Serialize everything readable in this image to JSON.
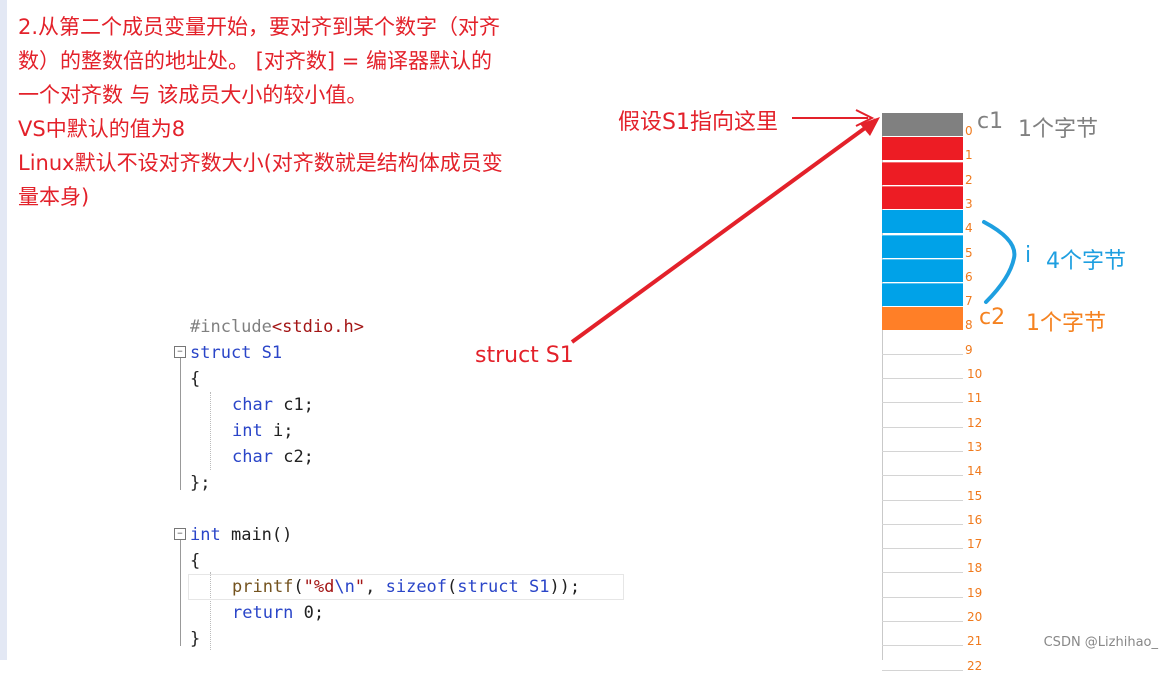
{
  "notes": [
    "2.从第二个成员变量开始，要对齐到某个数字（对齐",
    "数）的整数倍的地址处。 [对齐数] = 编译器默认的",
    "一个对齐数 与 该成员大小的较小值。",
    "VS中默认的值为8",
    "Linux默认不设对齐数大小(对齐数就是结构体成员变",
    "量本身)"
  ],
  "code": {
    "include_kw": "#include",
    "include_hdr": "<stdio.h>",
    "struct_kw": "struct",
    "struct_name": "S1",
    "brace_open": "{",
    "type_char": "char",
    "field_c1": "c1;",
    "type_int": "int",
    "field_i": "i;",
    "field_c2": "c2;",
    "brace_close_semi": "};",
    "main_type": "int",
    "main_sig": "main()",
    "brace_open2": "{",
    "printf_fn": "printf",
    "paren_open": "(",
    "fmt_str_a": "\"%d",
    "fmt_str_esc": "\\n",
    "fmt_str_b": "\"",
    "comma": ", ",
    "sizeof_fn": "sizeof",
    "sizeof_arg_open": "(",
    "sizeof_struct_kw": "struct",
    "sizeof_struct_name": "S1",
    "sizeof_close": "));",
    "return_kw": "return",
    "return_val": "0;",
    "brace_close2": "}"
  },
  "labels": {
    "pointer": "假设S1指向这里",
    "struct_s1": "struct S1",
    "c1_name": "c1",
    "c1_size": "1个字节",
    "i_name": "i",
    "i_size": "4个字节",
    "c2_name": "c2",
    "c2_size": "1个字节"
  },
  "memory": {
    "indices": [
      "0",
      "1",
      "2",
      "3",
      "4",
      "5",
      "6",
      "7",
      "8",
      "9",
      "10",
      "11",
      "12",
      "13",
      "14",
      "15",
      "16",
      "17",
      "18",
      "19",
      "20",
      "21",
      "22"
    ],
    "cells": [
      {
        "member": "c1",
        "color": "#808080"
      },
      {
        "member": "padding",
        "color": "#ed1c24"
      },
      {
        "member": "padding",
        "color": "#ed1c24"
      },
      {
        "member": "padding",
        "color": "#ed1c24"
      },
      {
        "member": "i",
        "color": "#00a2e8"
      },
      {
        "member": "i",
        "color": "#00a2e8"
      },
      {
        "member": "i",
        "color": "#00a2e8"
      },
      {
        "member": "i",
        "color": "#00a2e8"
      },
      {
        "member": "c2",
        "color": "#ff7f27"
      }
    ],
    "total_cells": 23
  },
  "colors": {
    "note_red": "#e3212a",
    "c1_gray": "#808080",
    "i_blue": "#1e9fe0",
    "c2_orange": "#f58220",
    "index_orange": "#f07a1d"
  },
  "watermark": "CSDN @Lizhihao_"
}
